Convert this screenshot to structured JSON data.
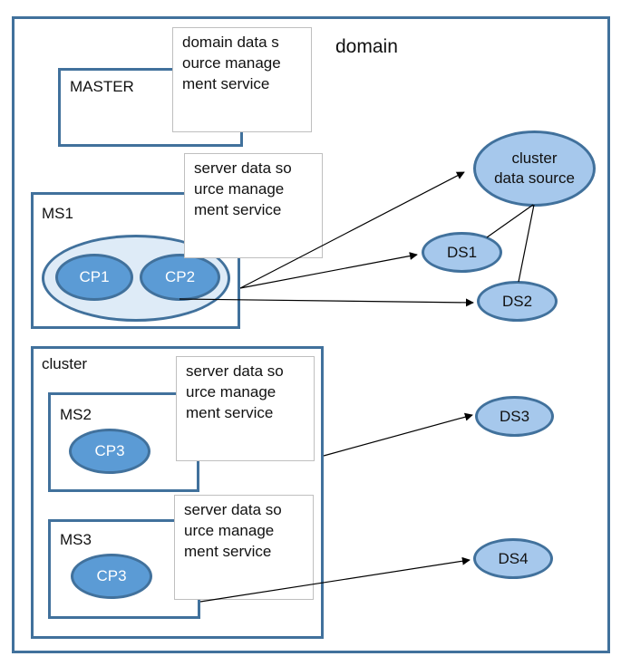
{
  "domain_label": "domain",
  "master": {
    "label": "MASTER"
  },
  "master_note": "domain data s\nource manage\nment service",
  "ms1": {
    "label": "MS1",
    "cp_a": "CP1",
    "cp_b": "CP2"
  },
  "ms1_note": "server data so\nurce manage\nment service",
  "cluster": {
    "label": "cluster"
  },
  "ms2": {
    "label": "MS2",
    "cp": "CP3"
  },
  "ms2_note": "server data so\nurce manage\nment service",
  "ms3": {
    "label": "MS3",
    "cp": "CP3"
  },
  "ms3_note": "server data so\nurce manage\nment service",
  "cluster_data_source": "cluster\ndata source",
  "data_sources": [
    "DS1",
    "DS2",
    "DS3",
    "DS4"
  ],
  "colors": {
    "border": "#41719c",
    "cp_fill": "#5b9bd5",
    "ds_fill": "#a6c8ec",
    "group_fill": "#deebf7"
  }
}
